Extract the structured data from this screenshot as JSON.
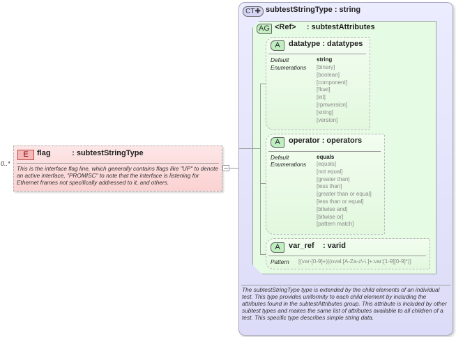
{
  "element": {
    "badge": "E",
    "name": "flag",
    "type": ": subtestStringType",
    "multiplicity": "0..*",
    "documentation": "This is the interface flag line, which generally contains flags like \"UP\" to denote an active interface, \"PROMISC\" to note that the interface is listening for Ethernet frames not specifically addressed to it, and others."
  },
  "complex_type": {
    "badge": "CT",
    "name": "subtestStringType",
    "base": ": string",
    "documentation": "The subtestStringType type is extended by the child elements of an individual test.  This type provides uniformity to each child element by including the attributes found in the subtestAttributes group.  This attribute is included by other subtest types and makes the same list of attributes available to all children of a test.  This specific type describes simple string data."
  },
  "attribute_group": {
    "badge": "AG",
    "ref": "<Ref>",
    "name": ": subtestAttributes"
  },
  "attributes": [
    {
      "badge": "A",
      "name": "datatype",
      "type": ": datatypes",
      "default_label": "Default",
      "default": "string",
      "enumerations_label": "Enumerations",
      "enumerations": [
        "[binary]",
        "[boolean]",
        "[component]",
        "[float]",
        "[int]",
        "[rpmversion]",
        "[string]",
        "[version]"
      ]
    },
    {
      "badge": "A",
      "name": "operator",
      "type": ": operators",
      "default_label": "Default",
      "default": "equals",
      "enumerations_label": "Enumerations",
      "enumerations": [
        "[equals]",
        "[not equal]",
        "[greater than]",
        "[less than]",
        "[greater than or equal]",
        "[less than or equal]",
        "[bitwise and]",
        "[bitwise or]",
        "[pattern match]"
      ]
    },
    {
      "badge": "A",
      "name": "var_ref",
      "type": ": varid",
      "pattern_label": "Pattern",
      "pattern": "[(var-[0-9]+)|(oval:[A-Za-z\\-\\.]+:var:[1-9][0-9]*)]"
    }
  ]
}
